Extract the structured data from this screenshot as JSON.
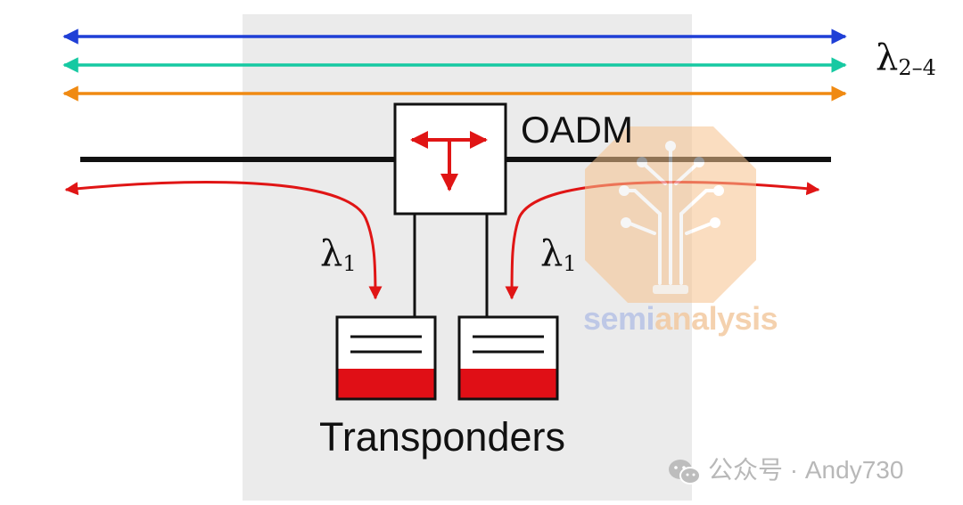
{
  "diagram": {
    "node_label": "OADM",
    "transponder_label": "Transponders",
    "lambda_through": {
      "symbol": "λ",
      "subscript": "2–4"
    },
    "lambda_drop_left": {
      "symbol": "λ",
      "subscript": "1"
    },
    "lambda_drop_right": {
      "symbol": "λ",
      "subscript": "1"
    },
    "colors": {
      "blue_wavelength": "#1f3fd6",
      "green_wavelength": "#16c9a2",
      "orange_wavelength": "#f08a12",
      "drop_wavelength": "#e01515",
      "fiber": "#111111",
      "transponder_fill": "#e00f16",
      "panel": "#ebebeb"
    }
  },
  "watermarks": {
    "brand_part1": "semi",
    "brand_part2": "analysis",
    "account": "公众号 · Andy730"
  }
}
